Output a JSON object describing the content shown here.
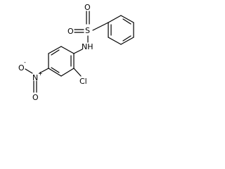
{
  "molecule": {
    "atoms": {
      "sulfur": "S",
      "oxygen_top": "O",
      "oxygen_left": "O",
      "nitrogen_h": "NH",
      "chlorine": "Cl",
      "nitro_n": "N",
      "nitro_n_charge": "+",
      "nitro_o_single": "O",
      "nitro_o_single_charge": "-",
      "nitro_o_double": "O"
    }
  }
}
